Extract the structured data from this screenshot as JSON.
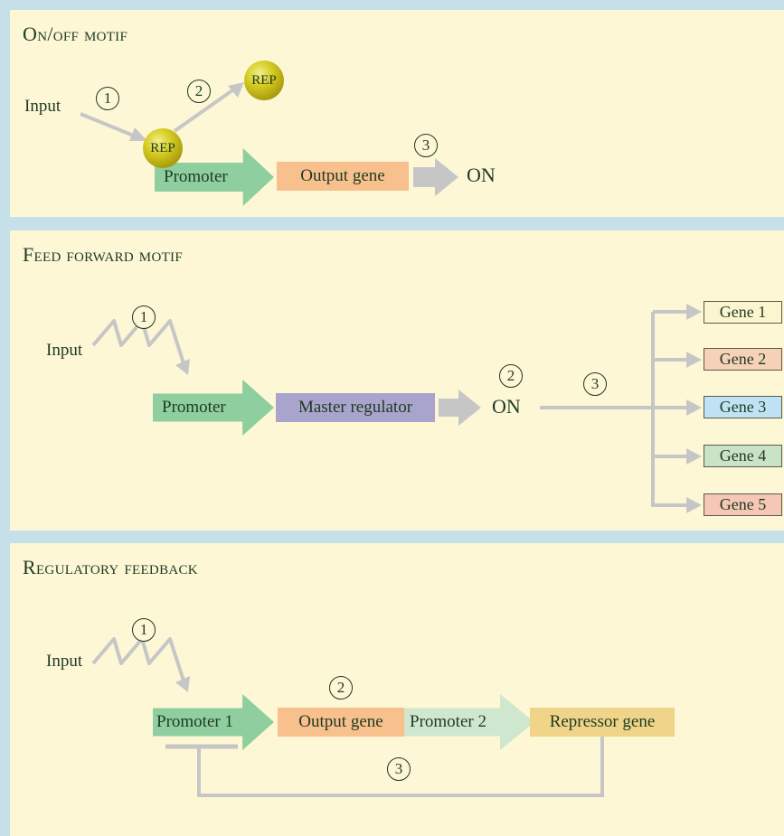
{
  "onoff": {
    "title": "On/off motif",
    "input": "Input",
    "rep_top": "REP",
    "rep_bound": "REP",
    "promoter": "Promoter",
    "output_gene": "Output gene",
    "on": "ON",
    "steps": [
      "1",
      "2",
      "3"
    ]
  },
  "feedforward": {
    "title": "Feed forward motif",
    "input": "Input",
    "promoter": "Promoter",
    "master_regulator": "Master regulator",
    "on": "ON",
    "steps": [
      "1",
      "2",
      "3"
    ],
    "genes": [
      "Gene 1",
      "Gene 2",
      "Gene 3",
      "Gene 4",
      "Gene 5"
    ]
  },
  "feedback": {
    "title": "Regulatory feedback",
    "input": "Input",
    "promoter1": "Promoter 1",
    "output_gene": "Output gene",
    "promoter2": "Promoter 2",
    "repressor_gene": "Repressor gene",
    "steps": [
      "1",
      "2",
      "3"
    ]
  },
  "colors": {
    "background": "#c6e0ea",
    "panel": "#fdf7d6",
    "promoter_green": "#8fce9e",
    "promoter_light": "#cfe7cf",
    "output_orange": "#f7c08c",
    "master_purple": "#a8a4cc",
    "repressor_gold": "#f0d48a",
    "arrow_gray": "#c6c6c6",
    "gene_colors": [
      "#fbf6cf",
      "#f6d2b8",
      "#bfe3f4",
      "#c9e3c7",
      "#f6c7b4"
    ]
  }
}
